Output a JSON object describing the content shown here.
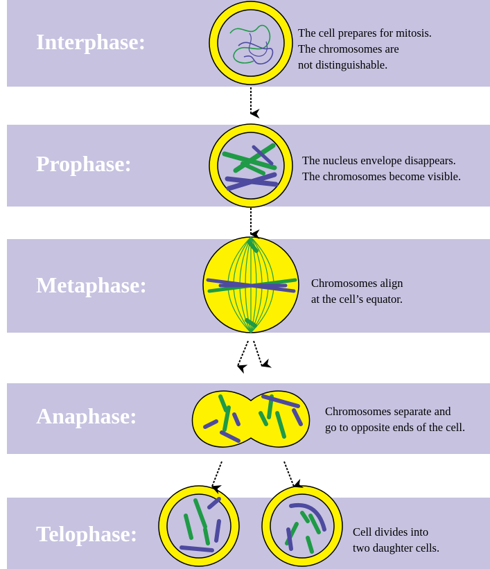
{
  "colors": {
    "band": "#c6c2e0",
    "cell_fill": "#fff200",
    "cell_outline": "#000000",
    "nucleus": "#c6c2e0",
    "chromosome_green": "#1f9a46",
    "chromosome_blue": "#4d4aa0",
    "spindle": "#22a04a"
  },
  "stages": [
    {
      "name": "Interphase:",
      "description": "The cell prepares for mitosis.\nThe chromosomes are\nnot distinguishable."
    },
    {
      "name": "Prophase:",
      "description": "The nucleus envelope disappears.\nThe chromosomes become visible."
    },
    {
      "name": "Metaphase:",
      "description": "Chromosomes align\nat the cell’s equator."
    },
    {
      "name": "Anaphase:",
      "description": "Chromosomes separate and\ngo to opposite ends of the cell."
    },
    {
      "name": "Telophase:",
      "description": "Cell divides into\ntwo daughter cells."
    }
  ]
}
